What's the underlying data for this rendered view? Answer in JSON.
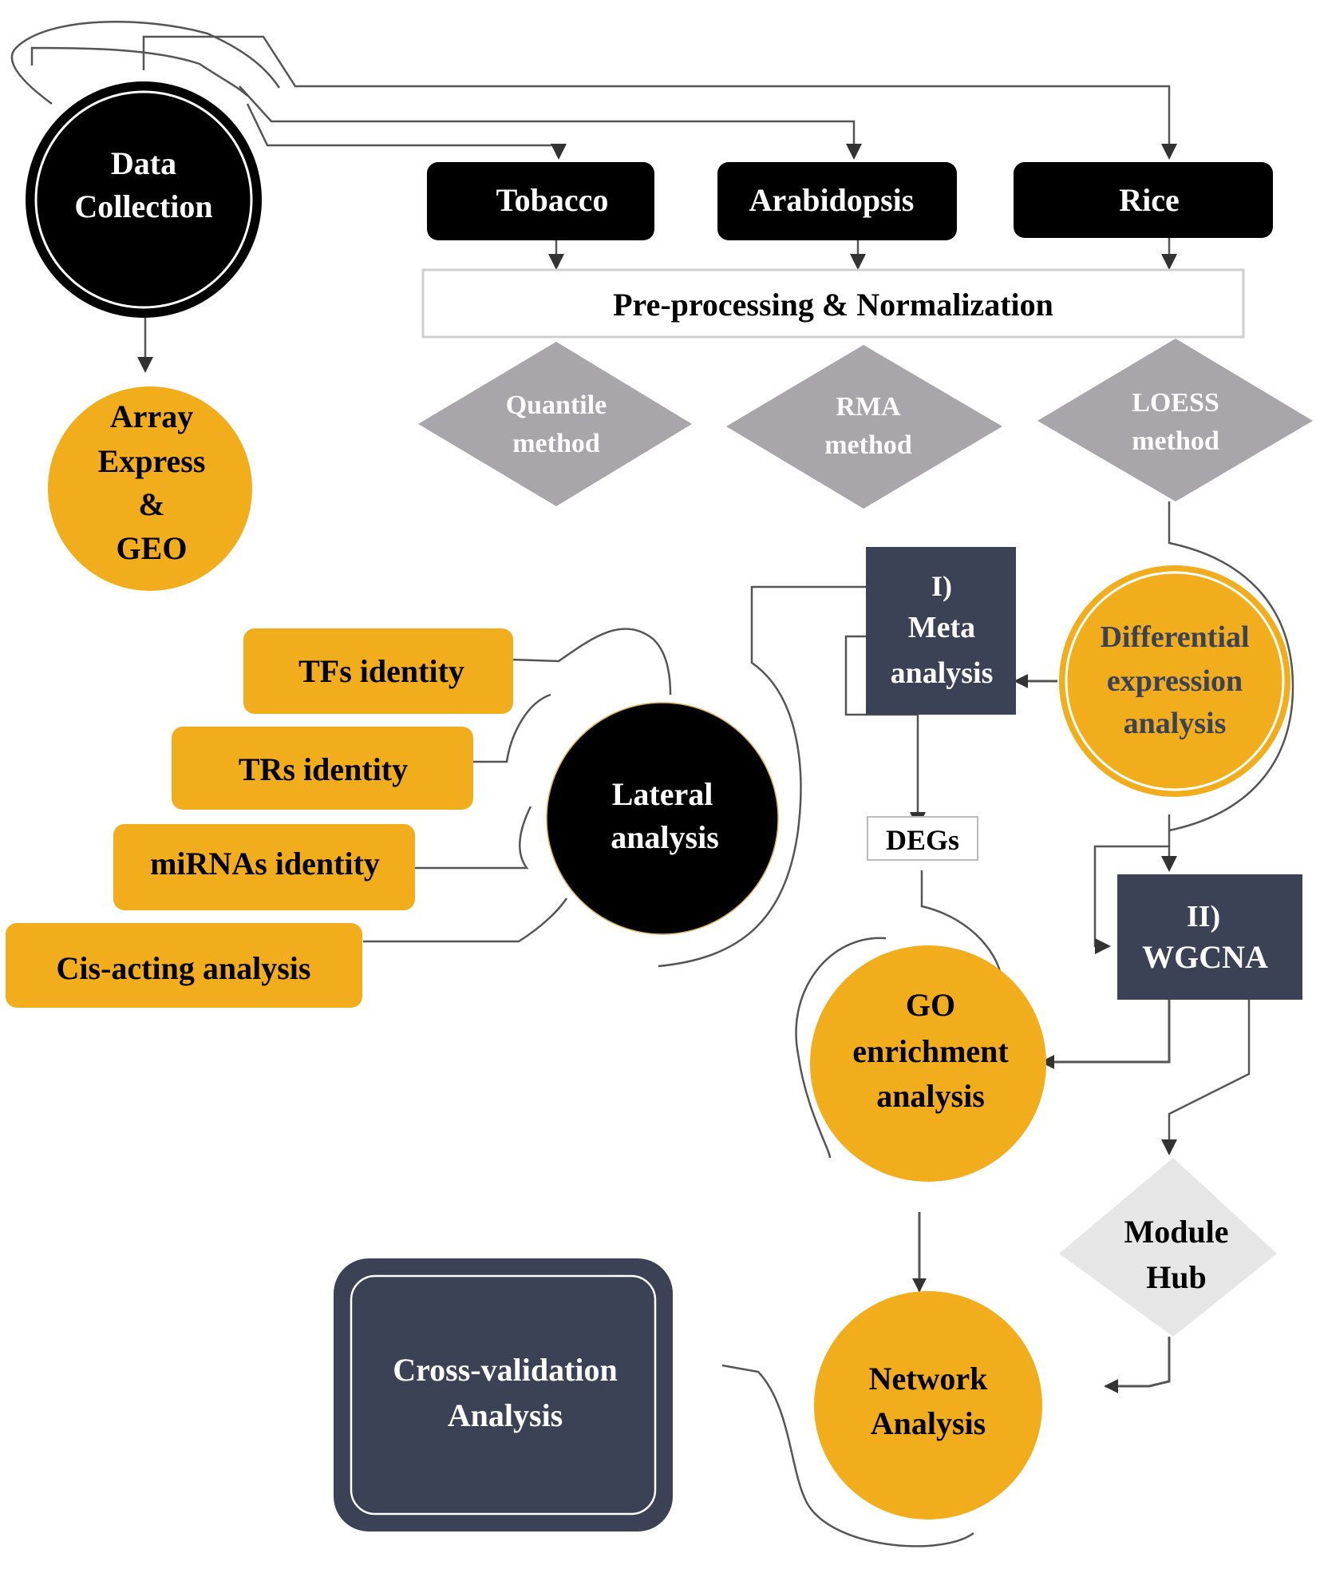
{
  "colors": {
    "black": "#000000",
    "orange": "#f2ad1c",
    "navy": "#3b4256",
    "gray_diamond": "#a8a5ab",
    "light_diamond": "#e6e6e6",
    "line": "#555555",
    "white": "#ffffff"
  },
  "data_collection": {
    "line1": "Data",
    "line2": "Collection"
  },
  "source": {
    "line1": "Array",
    "line2": "Express",
    "line3": "&",
    "line4": "GEO"
  },
  "species": {
    "tobacco": "Tobacco",
    "arabidopsis": "Arabidopsis",
    "rice": "Rice"
  },
  "preprocessing": {
    "label": "Pre-processing & Normalization"
  },
  "methods": {
    "quantile": {
      "line1": "Quantile",
      "line2": "method"
    },
    "rma": {
      "line1": "RMA",
      "line2": "method"
    },
    "loess": {
      "line1": "LOESS",
      "line2": "method"
    }
  },
  "differential": {
    "line1": "Differential",
    "line2": "expression",
    "line3": "analysis"
  },
  "meta": {
    "line1": "I)",
    "line2": "Meta",
    "line3": "analysis"
  },
  "degs": {
    "label": "DEGs"
  },
  "wgcna": {
    "line1": "II)",
    "line2": "WGCNA"
  },
  "go": {
    "line1": "GO",
    "line2": "enrichment",
    "line3": "analysis"
  },
  "module_hub": {
    "line1": "Module",
    "line2": "Hub"
  },
  "network": {
    "line1": "Network",
    "line2": "Analysis"
  },
  "cross_validation": {
    "line1": "Cross-validation",
    "line2": "Analysis"
  },
  "lateral": {
    "line1": "Lateral",
    "line2": "analysis"
  },
  "lateral_items": {
    "tfs": "TFs identity",
    "trs": "TRs identity",
    "mirnas": "miRNAs identity",
    "cis": "Cis-acting analysis"
  }
}
